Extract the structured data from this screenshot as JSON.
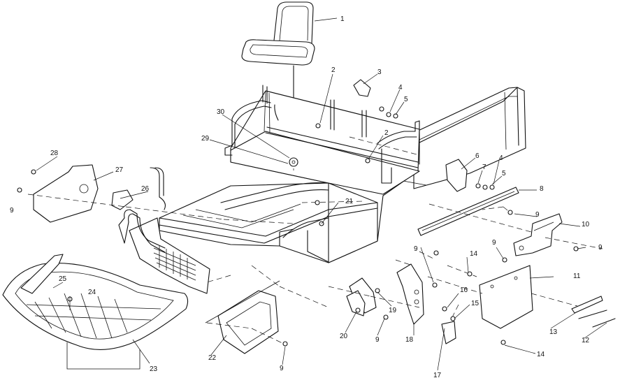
{
  "diagram": {
    "callouts": [
      {
        "id": "c1",
        "text": "1"
      },
      {
        "id": "c2a",
        "text": "2"
      },
      {
        "id": "c3",
        "text": "3"
      },
      {
        "id": "c4a",
        "text": "4"
      },
      {
        "id": "c5a",
        "text": "5"
      },
      {
        "id": "c30",
        "text": "30"
      },
      {
        "id": "c2b",
        "text": "2"
      },
      {
        "id": "c29",
        "text": "29"
      },
      {
        "id": "c6",
        "text": "6"
      },
      {
        "id": "c4b",
        "text": "4"
      },
      {
        "id": "c7",
        "text": "7"
      },
      {
        "id": "c5b",
        "text": "5"
      },
      {
        "id": "c28",
        "text": "28"
      },
      {
        "id": "c27",
        "text": "27"
      },
      {
        "id": "c9a",
        "text": "9"
      },
      {
        "id": "c26",
        "text": "26"
      },
      {
        "id": "c8",
        "text": "8"
      },
      {
        "id": "c21",
        "text": "21"
      },
      {
        "id": "c9b",
        "text": "9"
      },
      {
        "id": "c10",
        "text": "10"
      },
      {
        "id": "c9c",
        "text": "9"
      },
      {
        "id": "c9d",
        "text": "9"
      },
      {
        "id": "c9e",
        "text": "9"
      },
      {
        "id": "c14a",
        "text": "14"
      },
      {
        "id": "c11",
        "text": "11"
      },
      {
        "id": "c25",
        "text": "25"
      },
      {
        "id": "c24",
        "text": "24"
      },
      {
        "id": "c16",
        "text": "16"
      },
      {
        "id": "c15",
        "text": "15"
      },
      {
        "id": "c19",
        "text": "19"
      },
      {
        "id": "c20",
        "text": "20"
      },
      {
        "id": "c9f",
        "text": "9"
      },
      {
        "id": "c18",
        "text": "18"
      },
      {
        "id": "c13",
        "text": "13"
      },
      {
        "id": "c12",
        "text": "12"
      },
      {
        "id": "c23",
        "text": "23"
      },
      {
        "id": "c22",
        "text": "22"
      },
      {
        "id": "c9g",
        "text": "9"
      },
      {
        "id": "c14b",
        "text": "14"
      },
      {
        "id": "c17",
        "text": "17"
      }
    ]
  }
}
